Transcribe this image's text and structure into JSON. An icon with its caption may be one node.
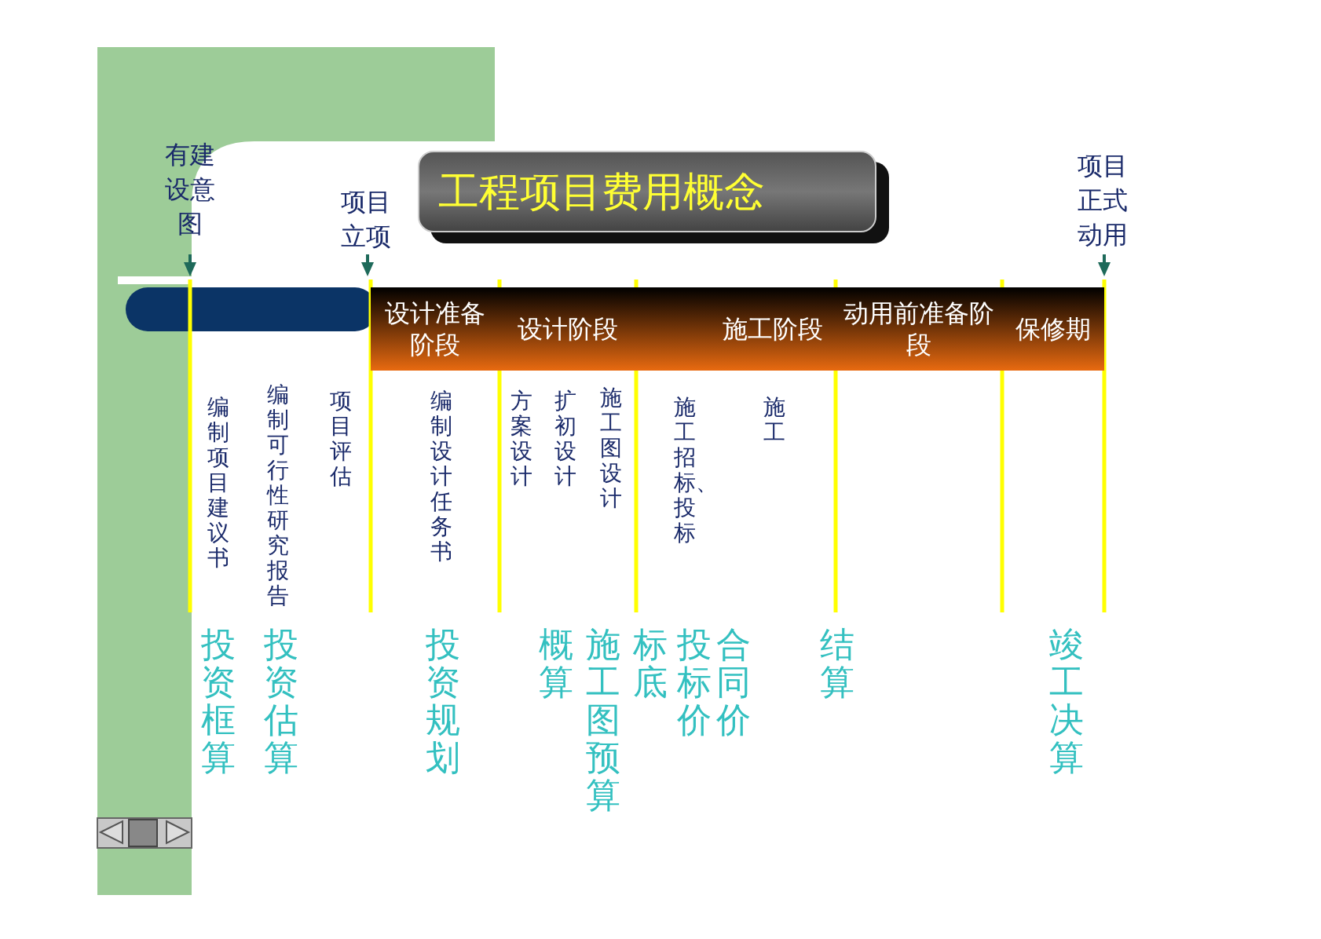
{
  "diagram": {
    "title": "工程项目费用概念",
    "nodes": [
      {
        "text": [
          "设计准备阶段"
        ]
      },
      {
        "text": [
          "设计阶段"
        ]
      },
      {
        "text": [
          "施工阶段"
        ]
      },
      {
        "text": [
          "动用前准备阶段"
        ]
      },
      {
        "text": [
          "保修期"
        ]
      }
    ],
    "labels": [
      "有建设意图",
      "项目立项",
      "项目正式动用",
      "编制项目建议书",
      "编制可行性研究报告",
      "项目评估",
      "编制设计任务书",
      "方案设计",
      "扩初设计",
      "施工图设计",
      "施工招标、投标",
      "施工",
      "投资框算",
      "投资估算",
      "投资规划",
      "概算",
      "施工图预算",
      "标底",
      "投标价",
      "合同价",
      "结算",
      "竣工决算"
    ]
  }
}
